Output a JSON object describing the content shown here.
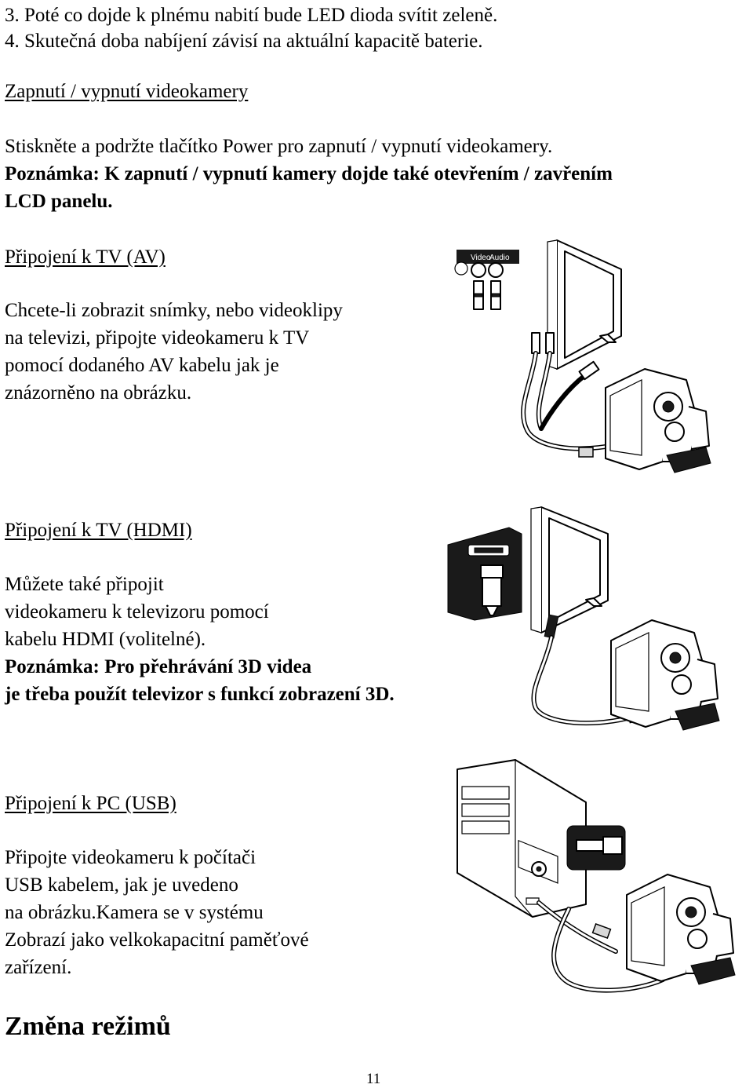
{
  "intro": {
    "line3": "3. Poté co dojde k plnému nabití bude LED dioda svítit zeleně.",
    "line4": "4. Skutečná doba nabíjení závisí na aktuální kapacitě baterie."
  },
  "power": {
    "heading": "Zapnutí / vypnutí videokamery",
    "text": "Stiskněte a podržte tlačítko Power pro zapnutí / vypnutí videokamery.",
    "note1": "Poznámka: K zapnutí / vypnutí kamery dojde také otevřením / zavřením",
    "note2": "LCD panelu."
  },
  "av": {
    "heading": "Připojení k TV (AV)",
    "lines": [
      "Chcete-li zobrazit snímky, nebo videoklipy",
      "na televizi, připojte videokameru k TV",
      "pomocí dodaného AV kabelu jak je",
      " znázorněno na obrázku."
    ],
    "port_labels": [
      "Video",
      "Audio"
    ]
  },
  "hdmi": {
    "heading": "Připojení k TV (HDMI)",
    "lines": [
      "Můžete také připojit",
      "videokameru k televizoru pomocí",
      "kabelu HDMI (volitelné)."
    ],
    "note1": "Poznámka: Pro přehrávání 3D videa",
    "note2": "je třeba použít televizor s funkcí zobrazení 3D."
  },
  "usb": {
    "heading": "Připojení k PC (USB)",
    "lines": [
      "Připojte videokameru k počítači",
      "USB kabelem, jak je uvedeno",
      "na obrázku.Kamera se v systému",
      "Zobrazí jako velkokapacitní paměťové",
      "zařízení."
    ]
  },
  "mode": {
    "heading": "Změna režimů"
  },
  "page_number": "11"
}
